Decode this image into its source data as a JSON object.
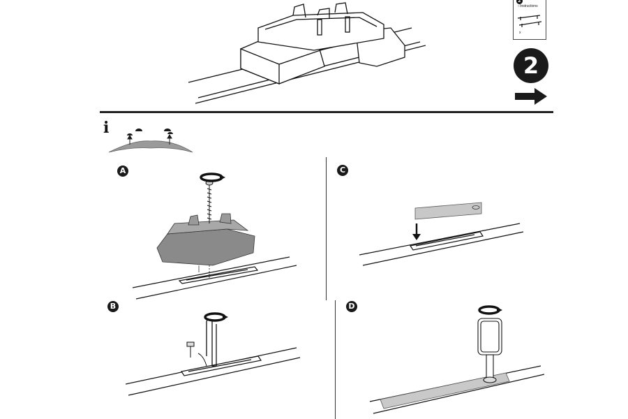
{
  "header": {
    "instructions_card": {
      "number": "2",
      "label": "› Instructions",
      "marker": "x"
    },
    "step": {
      "number": "2"
    },
    "icons": [
      "next-arrow-icon",
      "info-icon"
    ]
  },
  "info": {
    "symbol": "i"
  },
  "panels": [
    {
      "id": "a",
      "letter": "A"
    },
    {
      "id": "b",
      "letter": "B"
    },
    {
      "id": "c",
      "letter": "C"
    },
    {
      "id": "d",
      "letter": "D"
    }
  ],
  "colors": {
    "ink": "#1a1a1a",
    "grey_part": "#8a8a8a",
    "light_grey": "#bdbdbd",
    "paper": "#ffffff"
  }
}
